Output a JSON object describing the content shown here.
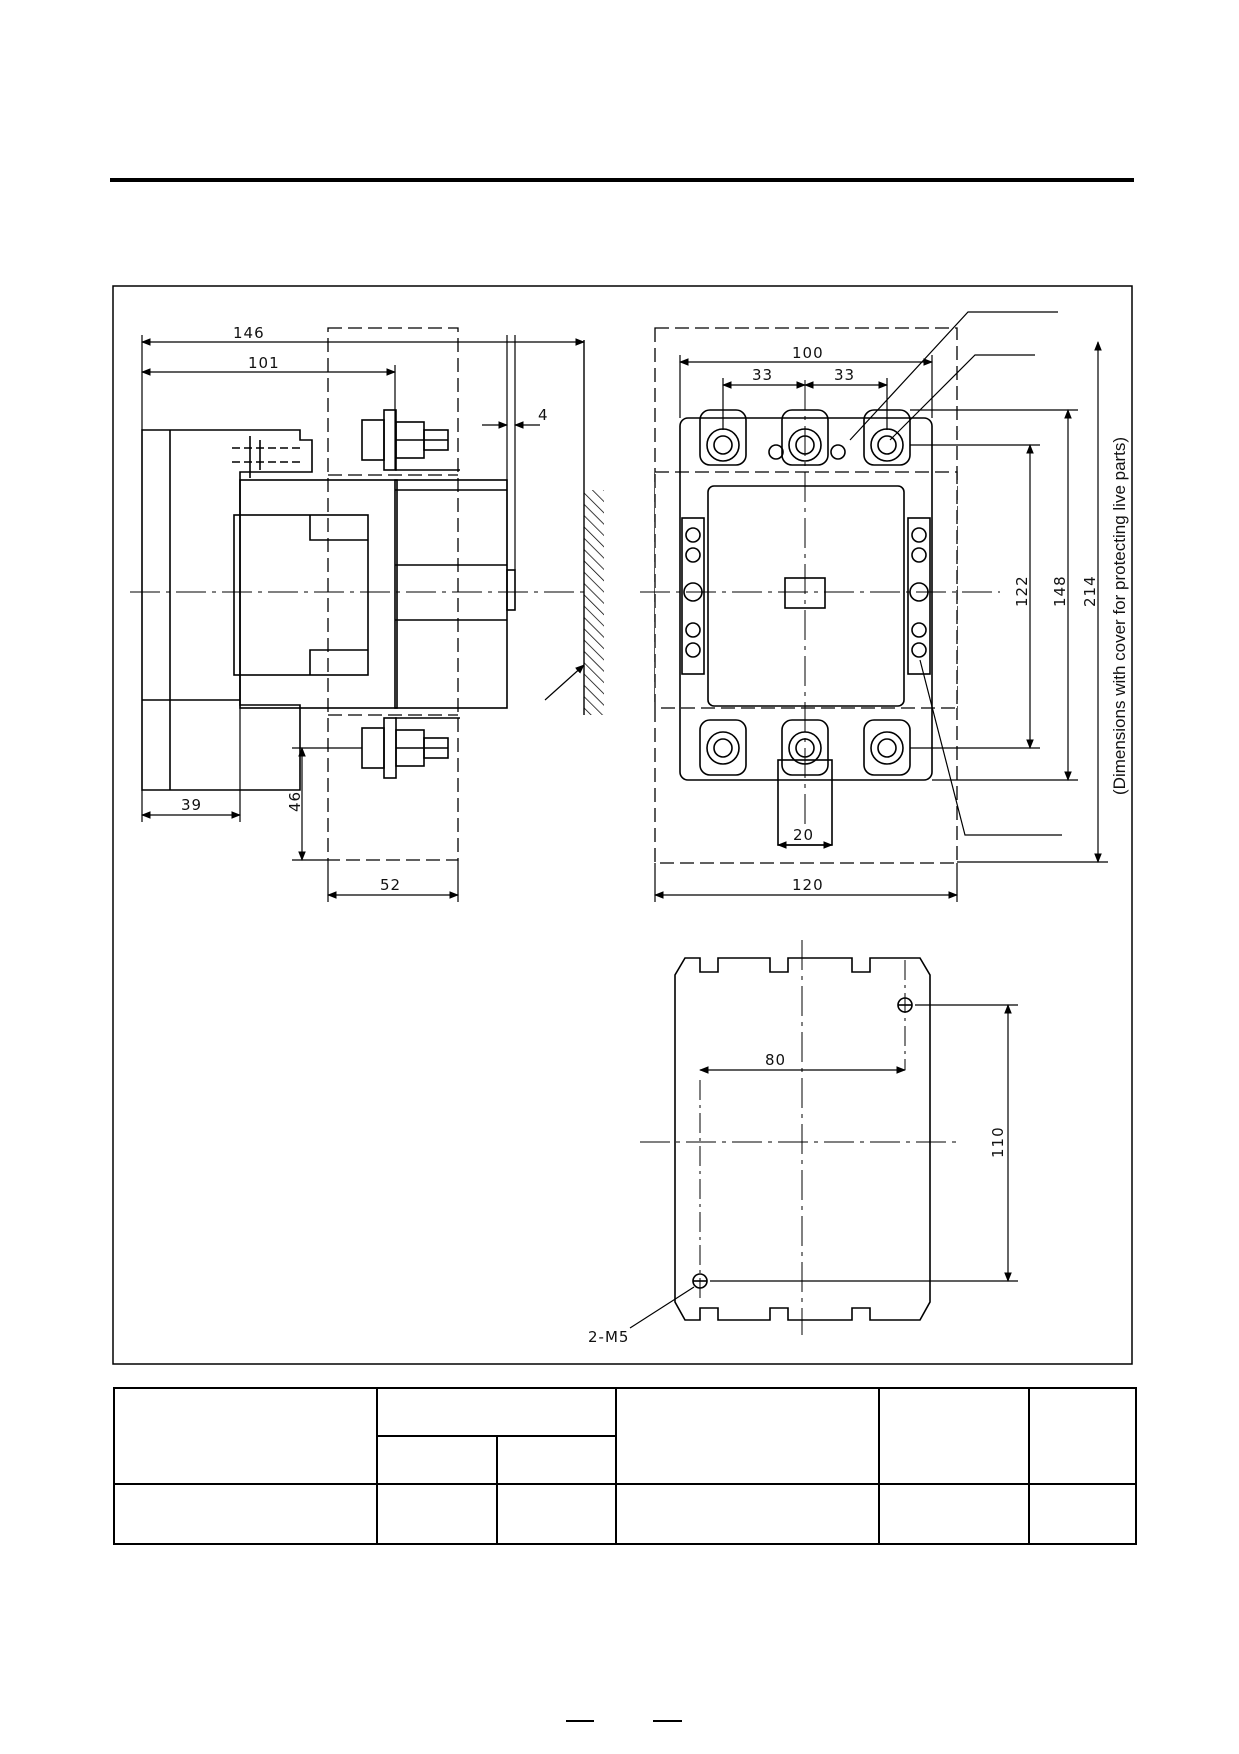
{
  "side_view": {
    "dim_overall_depth": "146",
    "dim_body_depth": "101",
    "dim_gap": "4",
    "dim_base": "39",
    "dim_terminal_height": "46",
    "dim_cover_width": "52"
  },
  "front_view": {
    "dim_width_100": "100",
    "dim_pitch_left": "33",
    "dim_pitch_right": "33",
    "dim_122": "122",
    "dim_148": "148",
    "dim_214": "214",
    "dim_bottom_20": "20",
    "dim_overall_width": "120",
    "cover_note": "(Dimensions with cover for protecting live parts)"
  },
  "mounting_view": {
    "dim_hole_spacing_h": "80",
    "dim_hole_spacing_v": "110",
    "hole_label": "2-M5"
  },
  "spec_table": {
    "rows": 3,
    "cells": []
  },
  "colors": {
    "line": "#000000",
    "paper": "#ffffff"
  }
}
